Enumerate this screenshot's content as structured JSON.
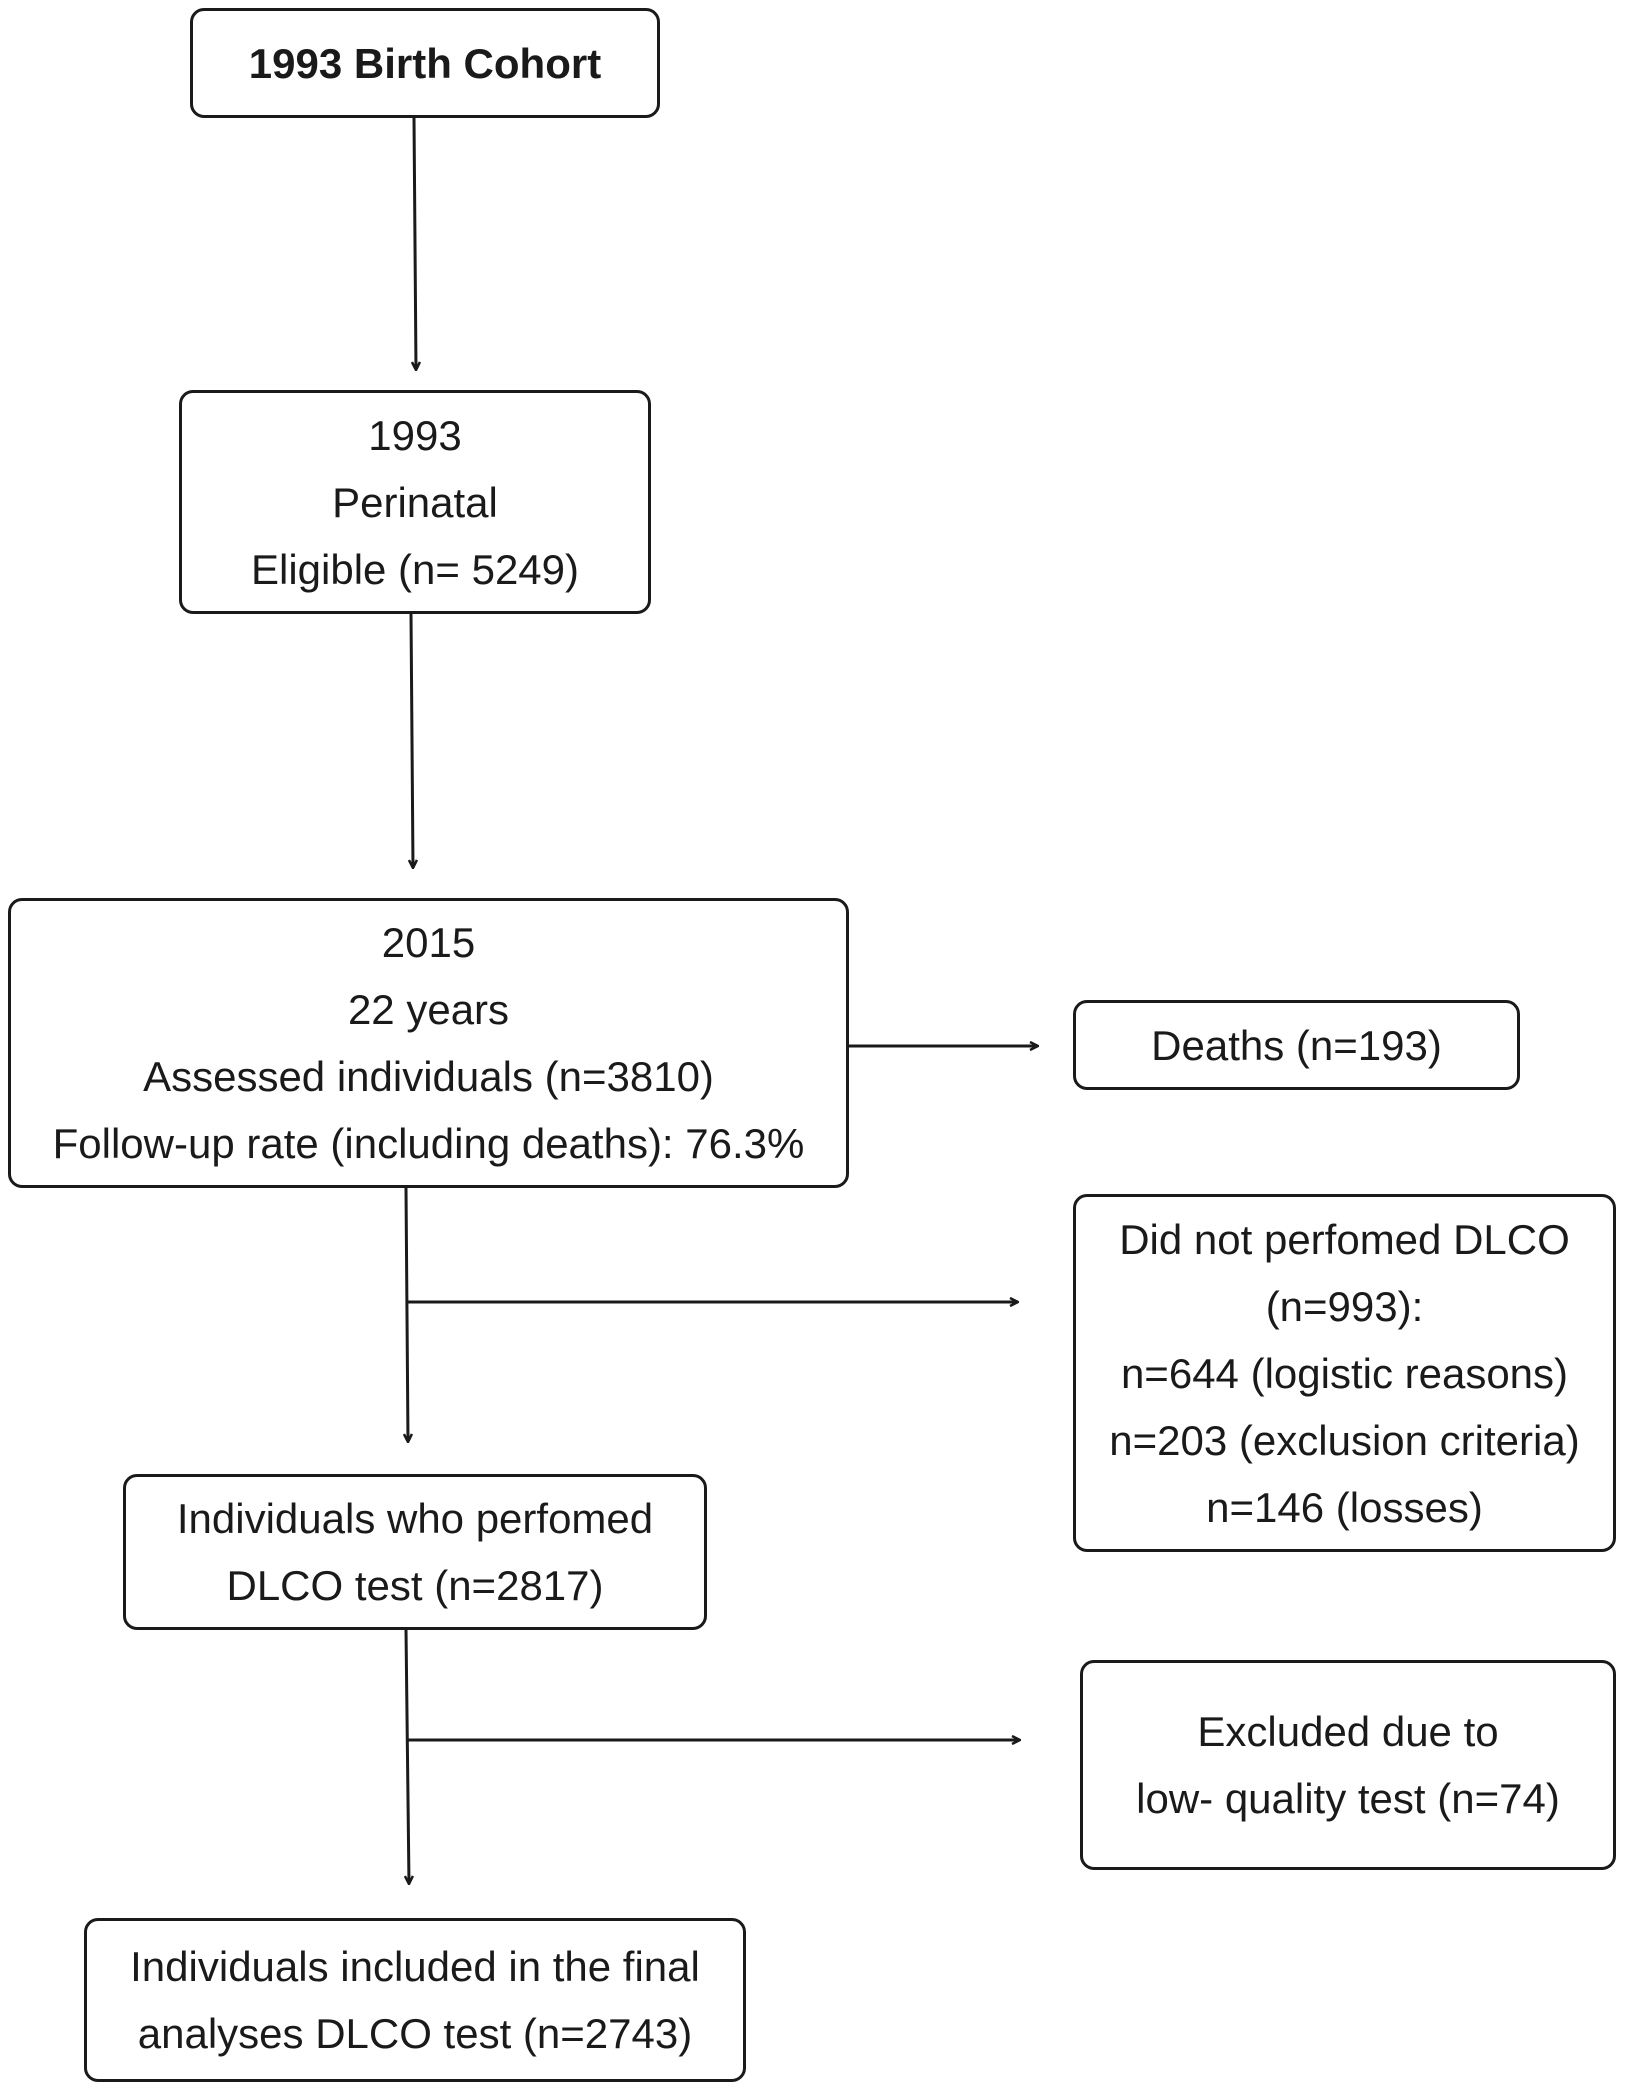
{
  "nodes": {
    "birth_cohort": {
      "lines": [
        "1993 Birth Cohort"
      ]
    },
    "perinatal": {
      "lines": [
        "1993",
        "Perinatal",
        "Eligible (n= 5249)"
      ]
    },
    "followup_2015": {
      "lines": [
        "2015",
        "22 years",
        "Assessed individuals (n=3810)",
        "Follow-up rate (including deaths): 76.3%"
      ]
    },
    "deaths": {
      "lines": [
        "Deaths (n=193)"
      ]
    },
    "did_not_perform": {
      "lines": [
        "Did not perfomed DLCO",
        "(n=993):",
        "n=644 (logistic reasons)",
        "n=203 (exclusion criteria)",
        "n=146 (losses)"
      ]
    },
    "performed_dlco": {
      "lines": [
        "Individuals who perfomed",
        "DLCO test (n=2817)"
      ]
    },
    "excluded": {
      "lines": [
        "Excluded due to",
        "low- quality test (n=74)"
      ]
    },
    "final": {
      "lines": [
        "Individuals included in the final",
        "analyses DLCO test (n=2743)"
      ]
    }
  }
}
